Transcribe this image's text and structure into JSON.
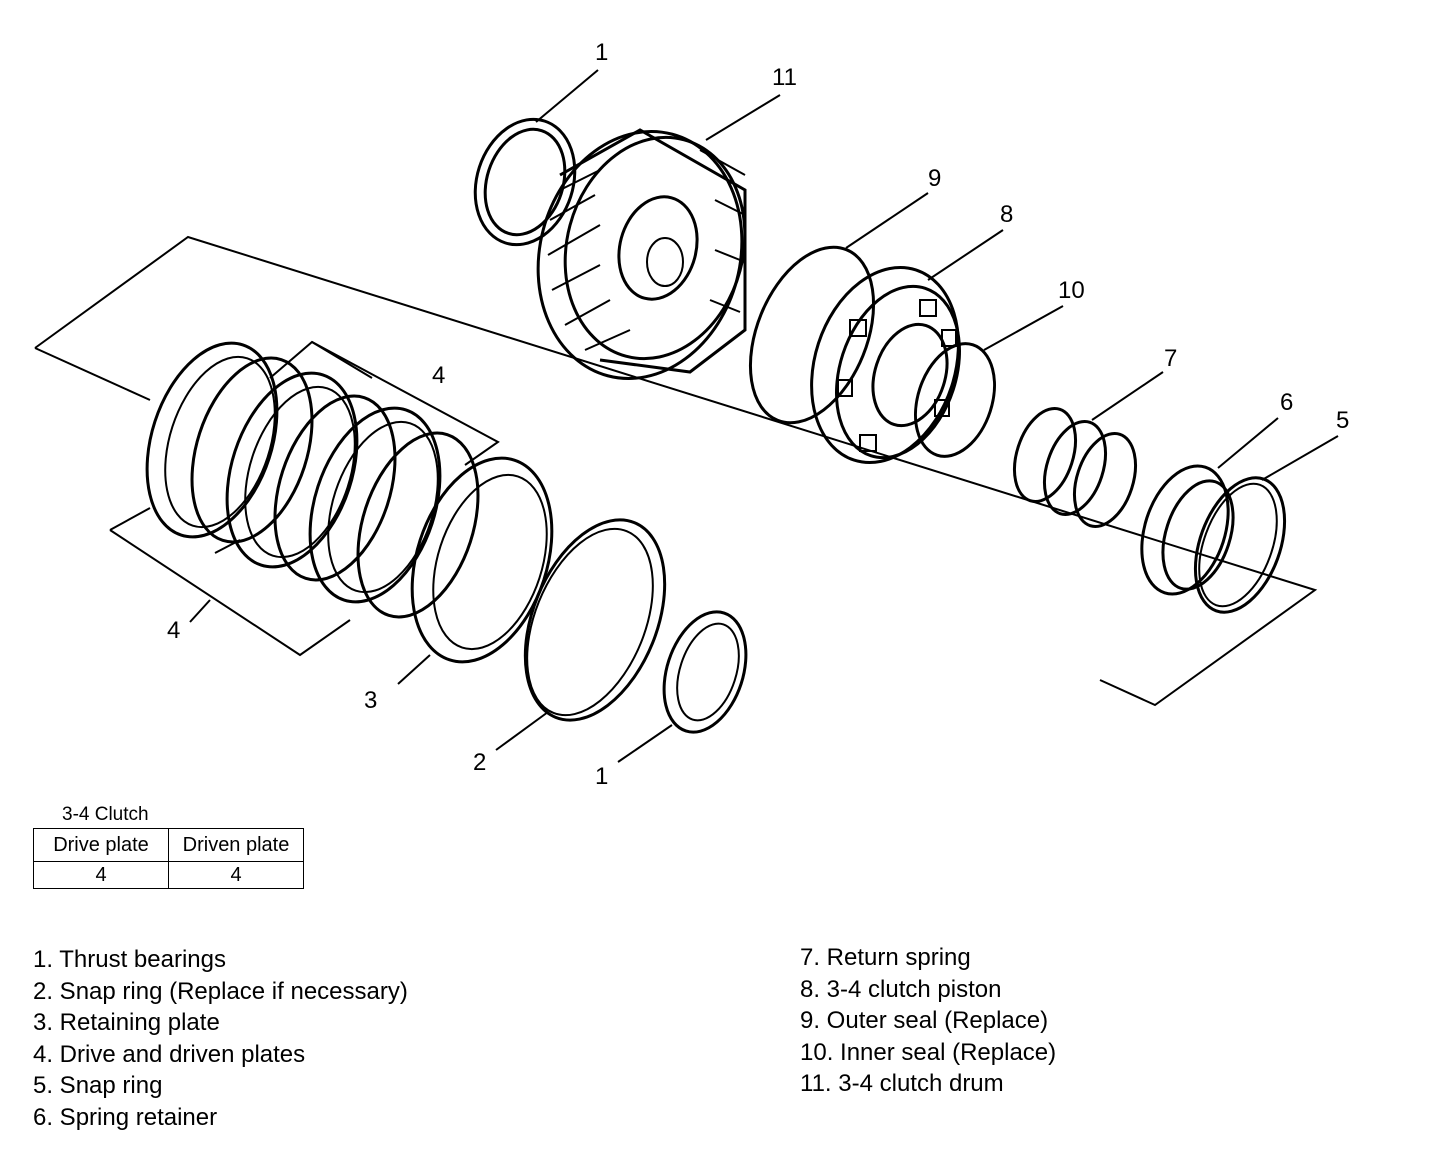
{
  "callouts": {
    "c1_top": "1",
    "c11": "11",
    "c9": "9",
    "c8": "8",
    "c10": "10",
    "c7": "7",
    "c6": "6",
    "c5": "5",
    "c4_top": "4",
    "c4_bottom": "4",
    "c3": "3",
    "c2": "2",
    "c1_bottom": "1"
  },
  "table": {
    "title": "3-4 Clutch",
    "headers": [
      "Drive plate",
      "Driven plate"
    ],
    "values": [
      "4",
      "4"
    ]
  },
  "legend": {
    "left": [
      "1. Thrust bearings",
      "2. Snap ring (Replace if necessary)",
      "3. Retaining plate",
      "4. Drive and driven plates",
      "5. Snap ring",
      "6. Spring retainer"
    ],
    "right": [
      "7. Return spring",
      "8. 3-4 clutch piston",
      "9. Outer seal (Replace)",
      "10. Inner seal (Replace)",
      "11. 3-4 clutch drum"
    ]
  }
}
